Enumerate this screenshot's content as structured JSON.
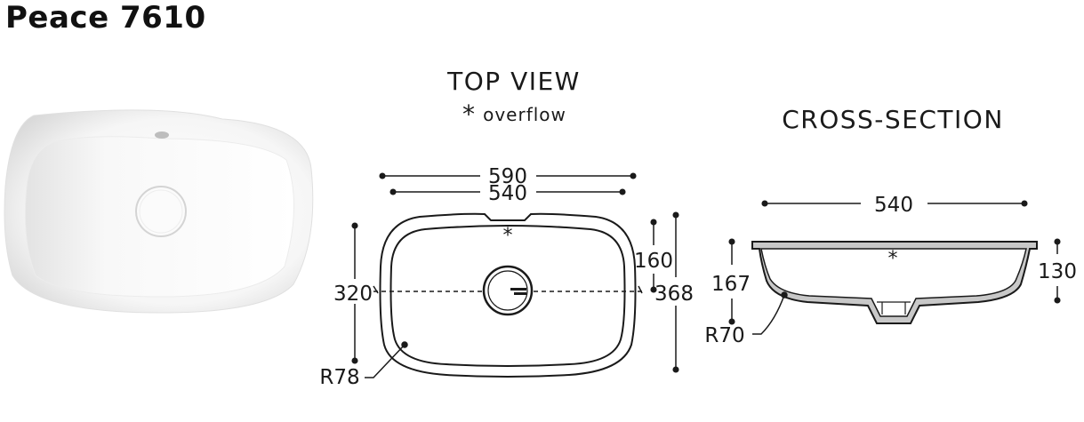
{
  "product_title": "Peace 7610",
  "top_view": {
    "heading": "TOP VIEW",
    "overflow_symbol": "*",
    "overflow_label": "overflow",
    "dim_outer_width": "590",
    "dim_inner_width": "540",
    "dim_height_left": "320",
    "dim_half_right": "160",
    "dim_height_right": "368",
    "dim_radius": "R78",
    "overflow_marker": "*"
  },
  "cross_section": {
    "heading": "CROSS-SECTION",
    "dim_width": "540",
    "dim_height_left": "167",
    "dim_height_right": "130",
    "dim_radius": "R70",
    "overflow_marker": "*"
  }
}
